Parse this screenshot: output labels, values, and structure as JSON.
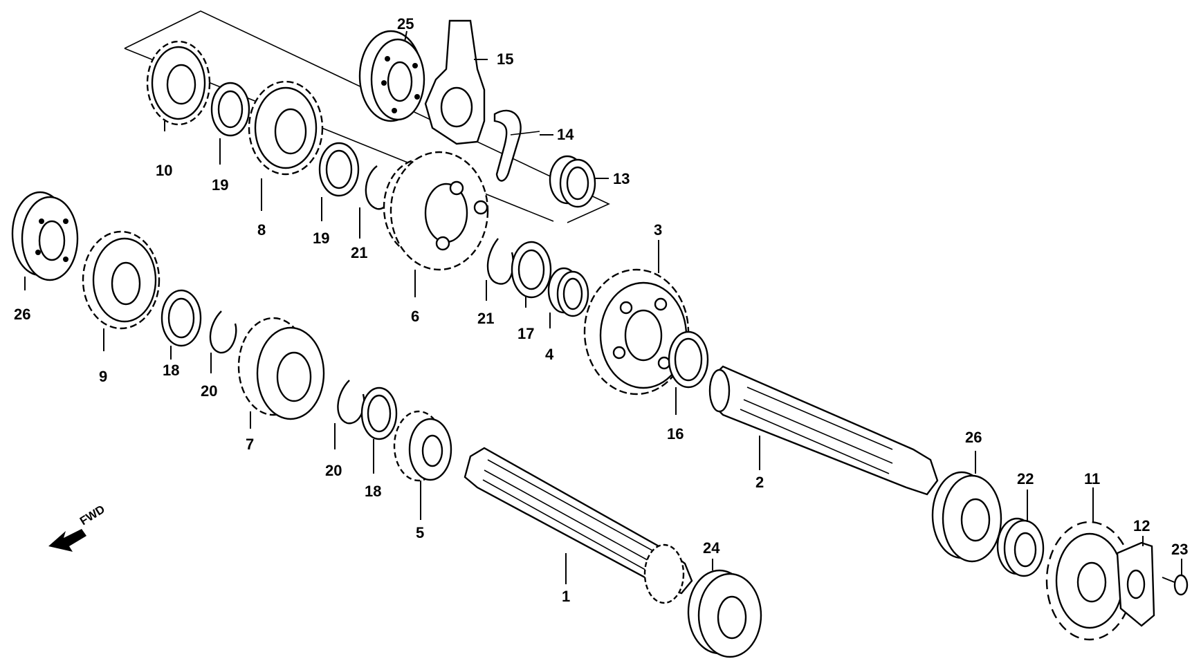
{
  "diagram": {
    "direction_label": "FWD",
    "callouts": [
      "25",
      "15",
      "14",
      "13",
      "10",
      "19",
      "8",
      "19",
      "21",
      "6",
      "21",
      "17",
      "4",
      "3",
      "16",
      "26",
      "9",
      "18",
      "20",
      "7",
      "20",
      "18",
      "5",
      "1",
      "24",
      "2",
      "26",
      "22",
      "11",
      "12",
      "23"
    ]
  }
}
